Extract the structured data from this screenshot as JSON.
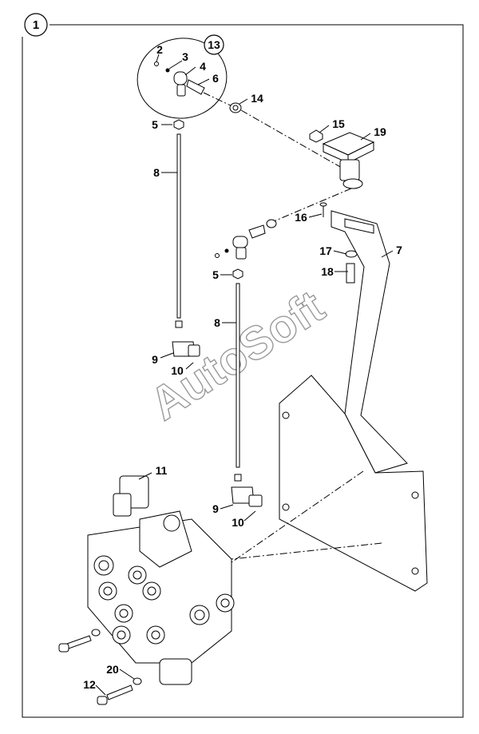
{
  "figure": {
    "number": "1",
    "subassembly_label": "13"
  },
  "watermark": "AutoSoft",
  "callouts": [
    {
      "id": "c2",
      "text": "2"
    },
    {
      "id": "c3",
      "text": "3"
    },
    {
      "id": "c4",
      "text": "4"
    },
    {
      "id": "c6",
      "text": "6"
    },
    {
      "id": "c14",
      "text": "14"
    },
    {
      "id": "c5a",
      "text": "5"
    },
    {
      "id": "c8a",
      "text": "8"
    },
    {
      "id": "c15",
      "text": "15"
    },
    {
      "id": "c19",
      "text": "19"
    },
    {
      "id": "c16",
      "text": "16"
    },
    {
      "id": "c7",
      "text": "7"
    },
    {
      "id": "c17",
      "text": "17"
    },
    {
      "id": "c18",
      "text": "18"
    },
    {
      "id": "c5b",
      "text": "5"
    },
    {
      "id": "c8b",
      "text": "8"
    },
    {
      "id": "c9a",
      "text": "9"
    },
    {
      "id": "c10a",
      "text": "10"
    },
    {
      "id": "c11",
      "text": "11"
    },
    {
      "id": "c9b",
      "text": "9"
    },
    {
      "id": "c10b",
      "text": "10"
    },
    {
      "id": "c20",
      "text": "20"
    },
    {
      "id": "c12",
      "text": "12"
    }
  ]
}
